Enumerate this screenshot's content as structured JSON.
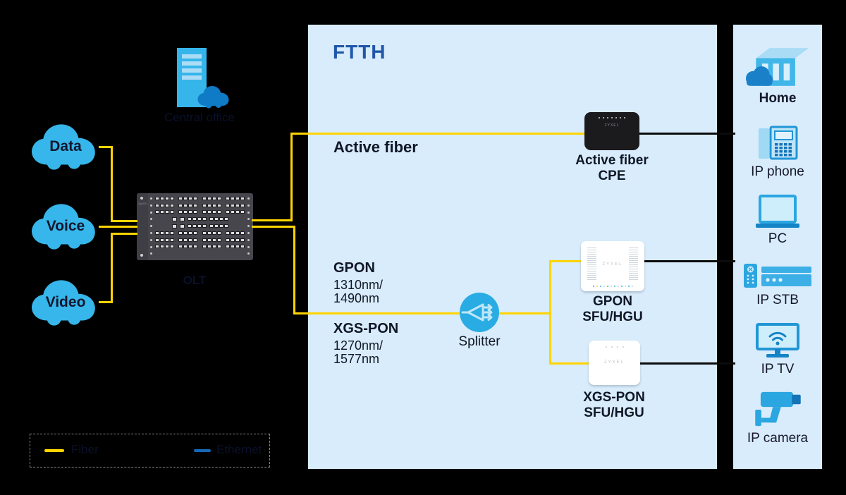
{
  "colors": {
    "background": "#000000",
    "panel_fill": "#d9ecfb",
    "title_blue": "#2057a8",
    "fiber_yellow": "#ffd400",
    "ethernet_line_black": "#0b0b0b",
    "legend_ethernet_blue": "#1568b5",
    "cloud_cyan": "#36b6ea",
    "splitter_cyan": "#29ace3",
    "icon_blue": "#2ba6e0",
    "icon_dark_blue": "#1584c6",
    "icon_light_blue": "#c8e8fa",
    "dark_text": "#101726"
  },
  "panel": {
    "title": "FTTH"
  },
  "sources": [
    {
      "label": "Data"
    },
    {
      "label": "Voice"
    },
    {
      "label": "Video"
    }
  ],
  "isp": {
    "label": "Central office"
  },
  "olt": {
    "label": "OLT",
    "brand": "ZyXEL"
  },
  "fiber_paths": {
    "active": {
      "label": "Active fiber"
    },
    "gpon": {
      "label": "GPON",
      "wavelength_line1": "1310nm/",
      "wavelength_line2": "1490nm"
    },
    "xgspon": {
      "label": "XGS-PON",
      "wavelength_line1": "1270nm/",
      "wavelength_line2": "1577nm"
    }
  },
  "splitter": {
    "label": "Splitter"
  },
  "devices": {
    "active_cpe": {
      "line1": "Active fiber",
      "line2": "CPE",
      "brand": "ZYXEL"
    },
    "gpon_onu": {
      "line1": "GPON",
      "line2": "SFU/HGU",
      "brand": "ZYXEL"
    },
    "xgspon_onu": {
      "line1": "XGS-PON",
      "line2": "SFU/HGU",
      "brand": "ZYXEL"
    }
  },
  "home_panel": {
    "items": [
      {
        "icon": "home-icon",
        "label": "Home"
      },
      {
        "icon": "ip-phone-icon",
        "label": "IP phone"
      },
      {
        "icon": "pc-icon",
        "label": "PC"
      },
      {
        "icon": "ip-stb-icon",
        "label": "IP STB"
      },
      {
        "icon": "ip-tv-icon",
        "label": "IP TV"
      },
      {
        "icon": "ip-camera-icon",
        "label": "IP camera"
      }
    ]
  },
  "legend": {
    "fiber_label": "Fiber",
    "ethernet_label": "Ethernet"
  }
}
